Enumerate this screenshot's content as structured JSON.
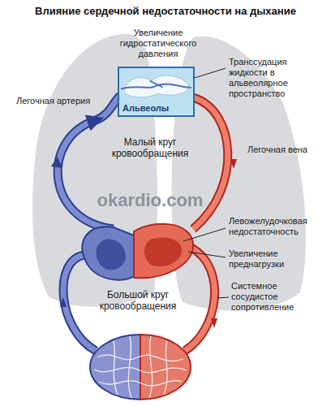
{
  "diagram": {
    "title": "Влияние сердечной недостаточности на дыхание",
    "nodes": [
      {
        "text": [
          "Альвеолы"
        ]
      }
    ],
    "labels": [
      "Увеличение гидростатического давления",
      "Транссудация жидкости в альвеолярное пространство",
      "Легочная артерия",
      "Легочная вена",
      "Малый круг кровообращения",
      "okardio.com",
      "Левожелудочковая недостаточность",
      "Увеличение преднагрузки",
      "Большой круг кровообращения",
      "Системное сосудистое сопротивление"
    ]
  }
}
